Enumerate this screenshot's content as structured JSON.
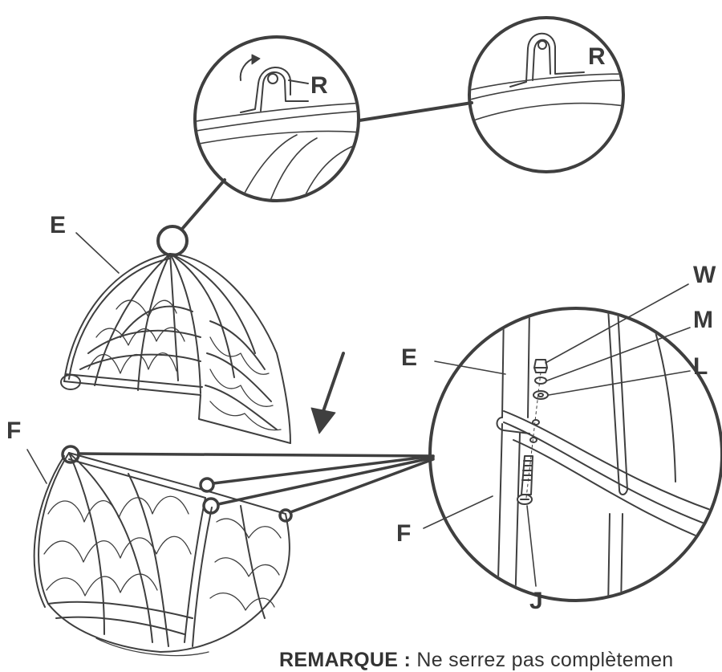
{
  "labels": {
    "r_left": "R",
    "r_right": "R",
    "e_top": "E",
    "f_bottom": "F",
    "e_detail": "E",
    "f_detail": "F",
    "w": "W",
    "m": "M",
    "l": "L",
    "j": "J"
  },
  "note": {
    "prefix": "REMARQUE :",
    "text": " Ne serrez pas complètemen"
  },
  "colors": {
    "line": "#3f3f3f",
    "label": "#3a3a3a"
  }
}
